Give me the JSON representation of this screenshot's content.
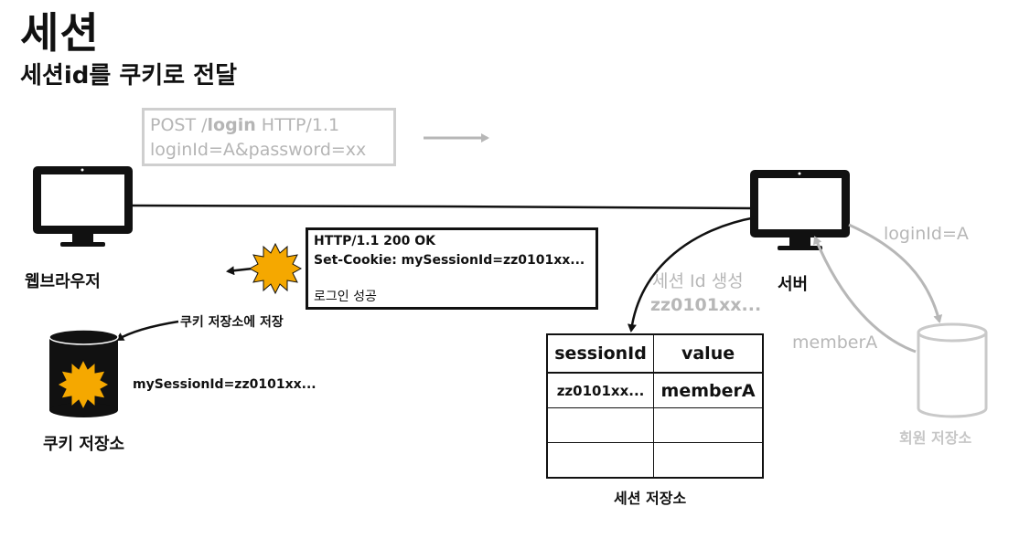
{
  "title": "세션",
  "subtitle": "세션id를 쿠키로 전달",
  "request": {
    "line1_a": "POST /",
    "line1_b": "login",
    "line1_c": " HTTP/1.1",
    "line2": "loginId=A&password=xx"
  },
  "browser_label": "웹브라우저",
  "server_label": "서버",
  "response": {
    "line1": "HTTP/1.1 200 OK",
    "line2": "Set-Cookie: mySessionId=zz0101xx...",
    "line3": "로그인 성공"
  },
  "cookie_save_label": "쿠키 저장소에 저장",
  "cookie_value": "mySessionId=zz0101xx...",
  "cookie_store_label": "쿠키 저장소",
  "session_create": {
    "line1": "세션 Id 생성",
    "line2": "zz0101xx..."
  },
  "session_table": {
    "headers": [
      "sessionId",
      "value"
    ],
    "rows": [
      [
        "zz0101xx...",
        "memberA"
      ],
      [
        "",
        ""
      ],
      [
        "",
        ""
      ]
    ]
  },
  "session_store_label": "세션 저장소",
  "login_lookup_label": "loginId=A",
  "member_result_label": "memberA",
  "member_store_label": "회원 저장소",
  "colors": {
    "cookie": "#f5a800",
    "muted": "#b7b7b7",
    "ink": "#111111"
  }
}
